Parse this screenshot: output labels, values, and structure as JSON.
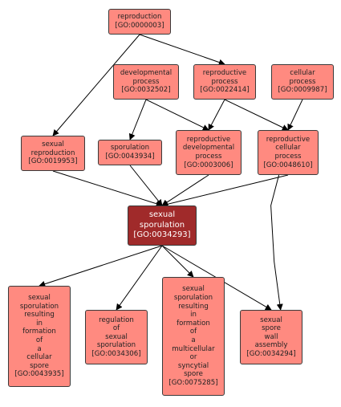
{
  "colors": {
    "node_fill": "#ff8a80",
    "focus_fill": "#a02a2a",
    "edge": "#000000",
    "border": "#3a3a3a"
  },
  "nodes": {
    "reproduction": {
      "lines": [
        "reproduction",
        "[GO:0000003]"
      ]
    },
    "developmental_process": {
      "lines": [
        "developmental",
        "process",
        "[GO:0032502]"
      ]
    },
    "reproductive_process": {
      "lines": [
        "reproductive",
        "process",
        "[GO:0022414]"
      ]
    },
    "cellular_process": {
      "lines": [
        "cellular",
        "process",
        "[GO:0009987]"
      ]
    },
    "sexual_reproduction": {
      "lines": [
        "sexual",
        "reproduction",
        "[GO:0019953]"
      ]
    },
    "sporulation": {
      "lines": [
        "sporulation",
        "[GO:0043934]"
      ]
    },
    "reproductive_developmental_process": {
      "lines": [
        "reproductive",
        "developmental",
        "process",
        "[GO:0003006]"
      ]
    },
    "reproductive_cellular_process": {
      "lines": [
        "reproductive",
        "cellular",
        "process",
        "[GO:0048610]"
      ]
    },
    "sexual_sporulation": {
      "lines": [
        "sexual",
        "sporulation",
        "[GO:0034293]"
      ]
    },
    "sexual_sporulation_cellular_spore": {
      "lines": [
        "sexual",
        "sporulation",
        "resulting",
        "in",
        "formation",
        "of",
        "a",
        "cellular",
        "spore",
        "[GO:0043935]"
      ]
    },
    "regulation_of_sexual_sporulation": {
      "lines": [
        "regulation",
        "of",
        "sexual",
        "sporulation",
        "[GO:0034306]"
      ]
    },
    "sexual_sporulation_multicellular": {
      "lines": [
        "sexual",
        "sporulation",
        "resulting",
        "in",
        "formation",
        "of",
        "a",
        "multicellular",
        "or",
        "syncytial",
        "spore",
        "[GO:0075285]"
      ]
    },
    "sexual_spore_wall_assembly": {
      "lines": [
        "sexual",
        "spore",
        "wall",
        "assembly",
        "[GO:0034294]"
      ]
    }
  },
  "edges": [
    [
      "reproduction",
      "sexual_reproduction"
    ],
    [
      "reproduction",
      "reproductive_process"
    ],
    [
      "developmental_process",
      "sporulation"
    ],
    [
      "developmental_process",
      "reproductive_developmental_process"
    ],
    [
      "reproductive_process",
      "reproductive_developmental_process"
    ],
    [
      "reproductive_process",
      "reproductive_cellular_process"
    ],
    [
      "cellular_process",
      "reproductive_cellular_process"
    ],
    [
      "sexual_reproduction",
      "sexual_sporulation"
    ],
    [
      "sporulation",
      "sexual_sporulation"
    ],
    [
      "reproductive_developmental_process",
      "sexual_sporulation"
    ],
    [
      "reproductive_cellular_process",
      "sexual_sporulation"
    ],
    [
      "reproductive_cellular_process",
      "sexual_spore_wall_assembly"
    ],
    [
      "sexual_sporulation",
      "sexual_sporulation_cellular_spore"
    ],
    [
      "sexual_sporulation",
      "regulation_of_sexual_sporulation"
    ],
    [
      "sexual_sporulation",
      "sexual_sporulation_multicellular"
    ],
    [
      "sexual_sporulation",
      "sexual_spore_wall_assembly"
    ]
  ]
}
